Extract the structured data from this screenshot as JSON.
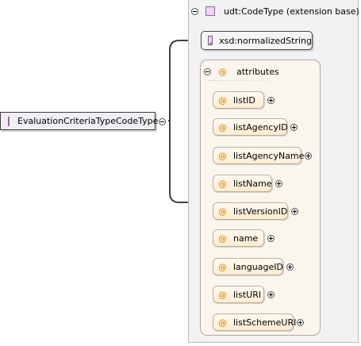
{
  "element": {
    "name": "EvaluationCriteriaTypeCodeType"
  },
  "extension": {
    "label": "udt:CodeType (extension base)"
  },
  "simple_type": {
    "label": "xsd:normalizedString"
  },
  "attributes": {
    "label": "attributes",
    "icon": "@",
    "items": [
      {
        "name": "listID"
      },
      {
        "name": "listAgencyID"
      },
      {
        "name": "listAgencyName"
      },
      {
        "name": "listName"
      },
      {
        "name": "listVersionID"
      },
      {
        "name": "name"
      },
      {
        "name": "languageID"
      },
      {
        "name": "listURI"
      },
      {
        "name": "listSchemeURI"
      }
    ]
  },
  "colors": {
    "attribute_icon": "#e29a1e",
    "attribute_fill": "#fbecd2",
    "type_icon": "#ead6ef",
    "connector": "#404040"
  }
}
